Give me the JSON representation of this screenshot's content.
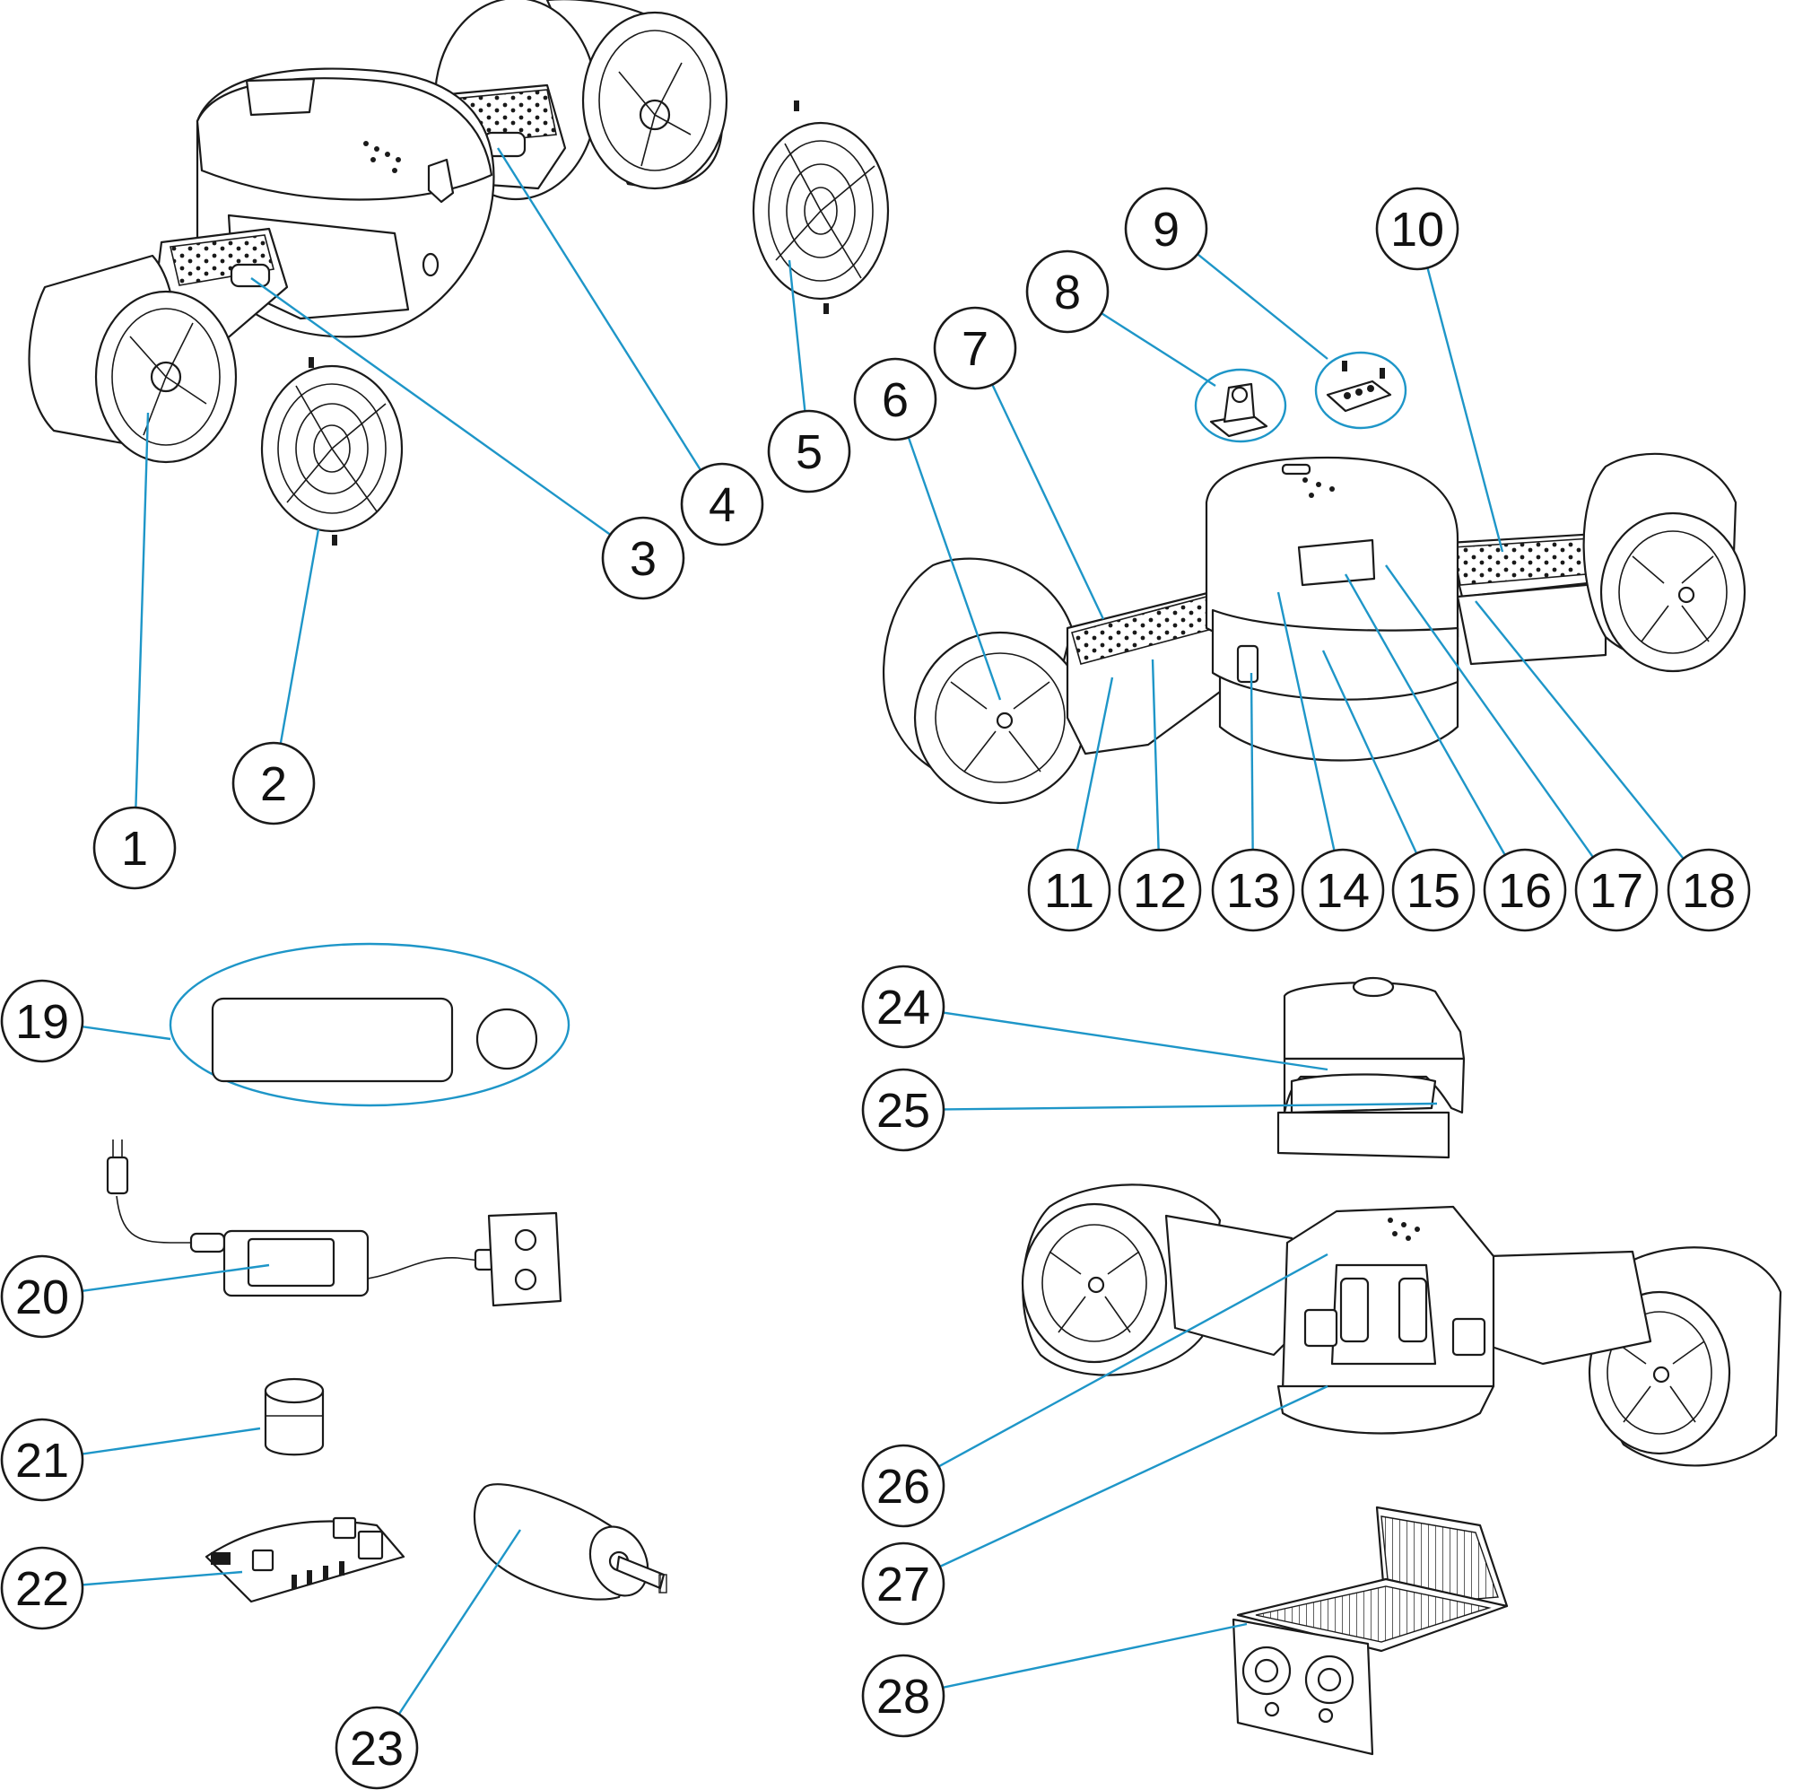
{
  "colors": {
    "leader": "#1e96c8",
    "ink": "#1a1a1a",
    "background": "#ffffff"
  },
  "callouts": [
    {
      "id": 1,
      "label": "1"
    },
    {
      "id": 2,
      "label": "2"
    },
    {
      "id": 3,
      "label": "3"
    },
    {
      "id": 4,
      "label": "4"
    },
    {
      "id": 5,
      "label": "5"
    },
    {
      "id": 6,
      "label": "6"
    },
    {
      "id": 7,
      "label": "7"
    },
    {
      "id": 8,
      "label": "8"
    },
    {
      "id": 9,
      "label": "9"
    },
    {
      "id": 10,
      "label": "10"
    },
    {
      "id": 11,
      "label": "11"
    },
    {
      "id": 12,
      "label": "12"
    },
    {
      "id": 13,
      "label": "13"
    },
    {
      "id": 14,
      "label": "14"
    },
    {
      "id": 15,
      "label": "15"
    },
    {
      "id": 16,
      "label": "16"
    },
    {
      "id": 17,
      "label": "17"
    },
    {
      "id": 18,
      "label": "18"
    },
    {
      "id": 19,
      "label": "19"
    },
    {
      "id": 20,
      "label": "20"
    },
    {
      "id": 21,
      "label": "21"
    },
    {
      "id": 22,
      "label": "22"
    },
    {
      "id": 23,
      "label": "23"
    },
    {
      "id": 24,
      "label": "24"
    },
    {
      "id": 25,
      "label": "25"
    },
    {
      "id": 26,
      "label": "26"
    },
    {
      "id": 27,
      "label": "27"
    },
    {
      "id": 28,
      "label": "28"
    }
  ]
}
